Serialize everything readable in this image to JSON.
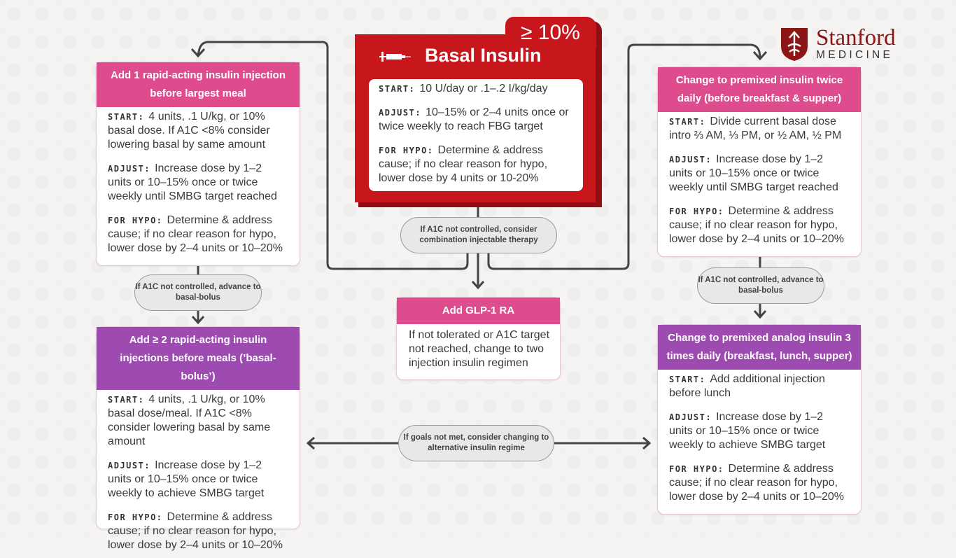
{
  "logo": {
    "line1": "Stanford",
    "line2": "MEDICINE"
  },
  "center": {
    "tag": "≥ 10%",
    "title": "Basal Insulin",
    "start_label": "START:",
    "start_text": "10 U/day or .1–.2 I/kg/day",
    "adjust_label": "ADJUST:",
    "adjust_text": "10–15% or 2–4 units once or twice weekly to reach FBG target",
    "hypo_label": "FOR HYPO:",
    "hypo_text": "Determine & address cause; if no clear reason for hypo, lower dose by 4 units or 10-20%"
  },
  "left_top": {
    "header": "Add 1 rapid-acting insulin injection before largest meal",
    "start_label": "START:",
    "start_text": "4 units, .1 U/kg, or 10% basal dose. If A1C <8% consider lowering basal by same amount",
    "adjust_label": "ADJUST:",
    "adjust_text": "Increase dose by 1–2 units or 10–15% once or twice weekly until SMBG target reached",
    "hypo_label": "FOR HYPO:",
    "hypo_text": "Determine & address cause; if no clear reason for hypo, lower dose by 2–4 units or 10–20%"
  },
  "left_bottom": {
    "header": "Add ≥ 2 rapid-acting insulin injections before meals (’basal-bolus’)",
    "start_label": "START:",
    "start_text": "4 units, .1 U/kg, or 10% basal dose/meal. If A1C <8% consider lowering basal by same amount",
    "adjust_label": "ADJUST:",
    "adjust_text": "Increase dose by 1–2 units or 10–15% once or twice weekly to achieve SMBG target",
    "hypo_label": "FOR HYPO:",
    "hypo_text": "Determine & address cause; if no clear reason for hypo, lower dose by 2–4 units or 10–20%"
  },
  "right_top": {
    "header": "Change to premixed insulin twice daily (before breakfast & supper)",
    "start_label": "START:",
    "start_text": "Divide current basal dose intro ⅔ AM, ⅓ PM, or ½ AM, ½ PM",
    "adjust_label": "ADJUST:",
    "adjust_text": "Increase dose by 1–2 units or 10–15% once or twice weekly until SMBG target reached",
    "hypo_label": "FOR HYPO:",
    "hypo_text": "Determine & address cause; if no clear reason for hypo, lower dose by 2–4 units or 10–20%"
  },
  "right_bottom": {
    "header": "Change to premixed analog insulin 3 times daily (breakfast, lunch,  supper)",
    "start_label": "START:",
    "start_text": "Add additional injection before lunch",
    "adjust_label": "ADJUST:",
    "adjust_text": "Increase dose by 1–2 units or 10–15% once or twice weekly to achieve SMBG target",
    "hypo_label": "FOR HYPO:",
    "hypo_text": "Determine & address cause; if no clear reason for hypo, lower dose by 2–4 units or 10–20%"
  },
  "glp1": {
    "header": "Add GLP-1 RA",
    "text": "If not tolerated or A1C target not reached, change to two injection insulin regimen"
  },
  "pills": {
    "center": "If A1C not controlled, consider combination injectable therapy",
    "left": "If A1C not controlled, advance to basal-bolus",
    "right": "If A1C not controlled, advance to basal-bolus",
    "bottom": "If goals not met, consider changing to alternative insulin regime"
  },
  "colors": {
    "red": "#c8161d",
    "pink": "#df4c8e",
    "purple": "#9e4bb1"
  }
}
